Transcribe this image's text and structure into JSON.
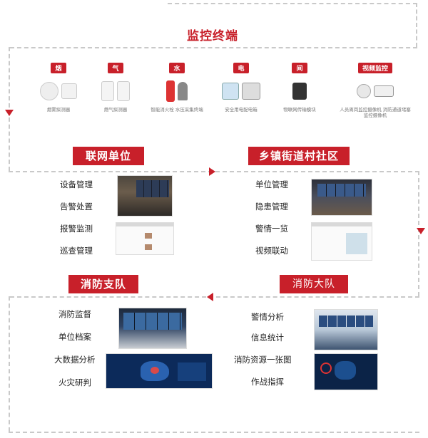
{
  "terminal": {
    "title": "监控终端"
  },
  "devices": [
    {
      "tag": "烟",
      "caption": "烟雾探测器"
    },
    {
      "tag": "气",
      "caption": "燃气探测器"
    },
    {
      "tag": "水",
      "caption": "智能消火栓  水压采集终端"
    },
    {
      "tag": "电",
      "caption": "安全用电配电箱"
    },
    {
      "tag": "间",
      "caption": "物联网传输模块"
    },
    {
      "tag": "视频监控",
      "caption": "人员离岗监控摄像机  消防通道堵塞监控摄像机"
    }
  ],
  "networked_units": {
    "title": "联网单位",
    "items": [
      "设备管理",
      "告警处置",
      "报警监测",
      "巡查管理"
    ]
  },
  "township": {
    "title": "乡镇街道村社区",
    "items": [
      "单位管理",
      "隐患管理",
      "警情一览",
      "视频联动"
    ]
  },
  "fire_detachment": {
    "title": "消防支队",
    "items": [
      "消防监督",
      "单位档案",
      "大数据分析",
      "火灾研判"
    ]
  },
  "fire_brigade": {
    "title": "消防大队",
    "items": [
      "警情分析",
      "信息统计",
      "消防资源一张图",
      "作战指挥"
    ]
  }
}
